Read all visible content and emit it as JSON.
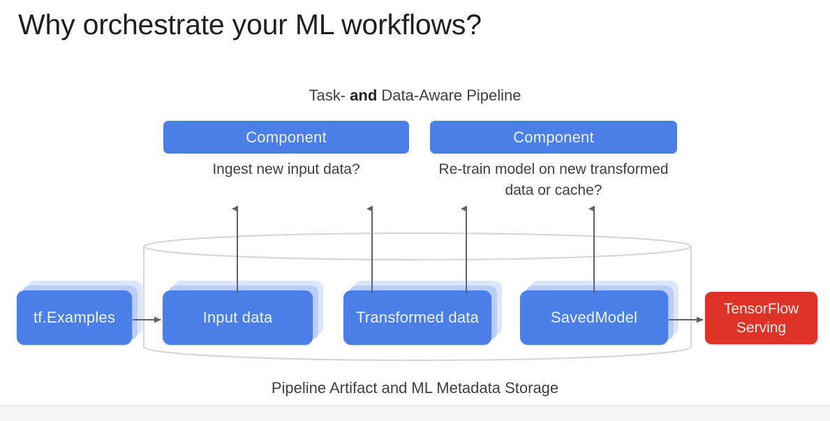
{
  "slide": {
    "title": "Why orchestrate your ML workflows?",
    "section_caption_pre": "Task- ",
    "section_caption_bold": "and",
    "section_caption_post": " Data-Aware Pipeline",
    "storage_caption": "Pipeline Artifact and ML Metadata Storage"
  },
  "components": [
    {
      "label": "Component",
      "question": "Ingest new input data?"
    },
    {
      "label": "Component",
      "question": "Re-train model on new transformed data or cache?"
    }
  ],
  "artifacts": [
    {
      "label": "tf.Examples"
    },
    {
      "label": "Input data"
    },
    {
      "label": "Transformed data"
    },
    {
      "label": "SavedModel"
    }
  ],
  "serving": {
    "label": "TensorFlow Serving",
    "line1": "TensorFlow",
    "line2": "Serving"
  },
  "colors": {
    "artifact_blue": "#4b7fe8",
    "artifact_shadow_mid": "#b9cdf6",
    "artifact_shadow_light": "#dce6fb",
    "serving_red": "#de3226",
    "text_dark": "#3c4043",
    "title_black": "#1f1f1f",
    "cylinder_outline": "#d6d6d6",
    "connector_gray": "#5f6368",
    "page_background": "#ffffff"
  },
  "icons": {
    "cylinder": "database-cylinder-icon",
    "arrow_up": "arrow-up-icon",
    "arrow_right": "arrow-right-icon"
  }
}
